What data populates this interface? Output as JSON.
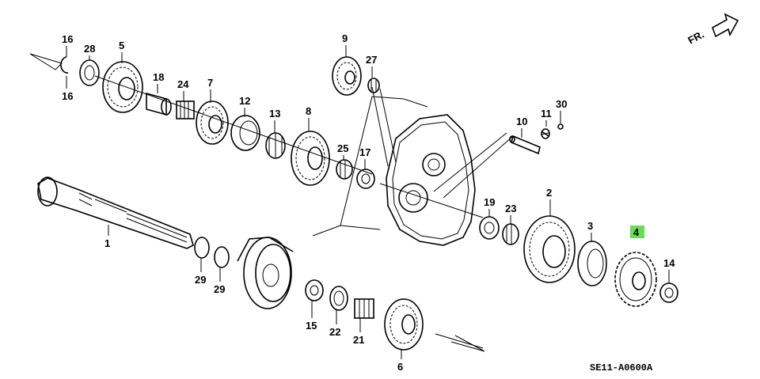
{
  "direction_label": "FR.",
  "diagram_code": "SE11-A0600A",
  "highlight_color": "#66dd55",
  "highlighted_part": "4",
  "parts": [
    {
      "id": "p16a",
      "num": "16"
    },
    {
      "id": "p16b",
      "num": "16"
    },
    {
      "id": "p28",
      "num": "28"
    },
    {
      "id": "p5",
      "num": "5"
    },
    {
      "id": "p18",
      "num": "18"
    },
    {
      "id": "p24",
      "num": "24"
    },
    {
      "id": "p7",
      "num": "7"
    },
    {
      "id": "p12",
      "num": "12"
    },
    {
      "id": "p13",
      "num": "13"
    },
    {
      "id": "p8",
      "num": "8"
    },
    {
      "id": "p25",
      "num": "25"
    },
    {
      "id": "p17",
      "num": "17"
    },
    {
      "id": "p9",
      "num": "9"
    },
    {
      "id": "p27",
      "num": "27"
    },
    {
      "id": "p10",
      "num": "10"
    },
    {
      "id": "p11",
      "num": "11"
    },
    {
      "id": "p30",
      "num": "30"
    },
    {
      "id": "p1",
      "num": "1"
    },
    {
      "id": "p29a",
      "num": "29"
    },
    {
      "id": "p29b",
      "num": "29"
    },
    {
      "id": "p19",
      "num": "19"
    },
    {
      "id": "p23",
      "num": "23"
    },
    {
      "id": "p2",
      "num": "2"
    },
    {
      "id": "p3",
      "num": "3"
    },
    {
      "id": "p4",
      "num": "4"
    },
    {
      "id": "p14",
      "num": "14"
    },
    {
      "id": "p15",
      "num": "15"
    },
    {
      "id": "p22",
      "num": "22"
    },
    {
      "id": "p21",
      "num": "21"
    },
    {
      "id": "p6",
      "num": "6"
    }
  ]
}
